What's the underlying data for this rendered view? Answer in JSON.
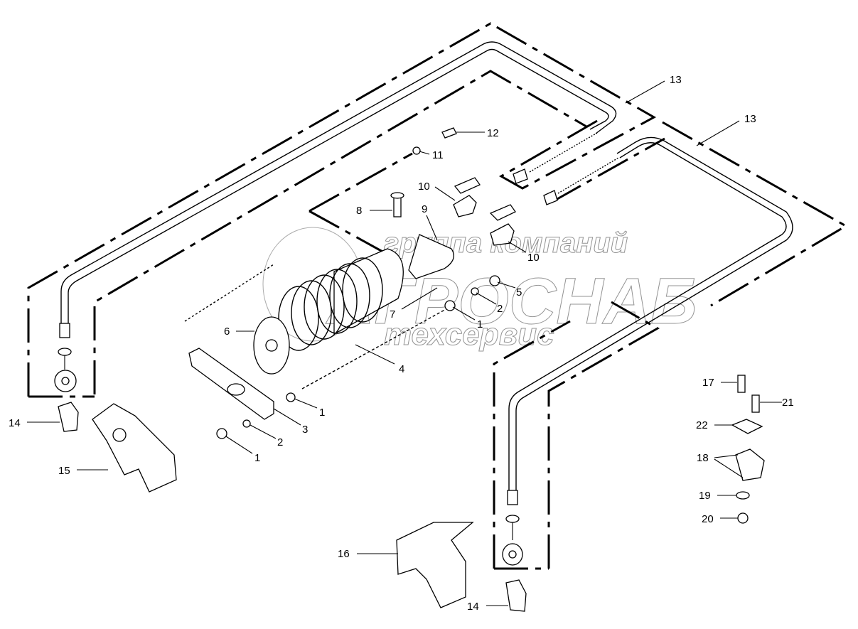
{
  "watermark": {
    "line1": "группа компаний",
    "line2": "АГРОСНАБ",
    "line3": "техсервис"
  },
  "callouts": {
    "c13a": "13",
    "c13b": "13",
    "c12": "12",
    "c11": "11",
    "c10a": "10",
    "c8": "8",
    "c9": "9",
    "c10b": "10",
    "c5": "5",
    "c2a": "2",
    "c7": "7",
    "c1a": "1",
    "c6": "6",
    "c4": "4",
    "c1b": "1",
    "c3": "3",
    "c2b": "2",
    "c1c": "1",
    "c14a": "14",
    "c15": "15",
    "c16": "16",
    "c14b": "14",
    "c17": "17",
    "c21": "21",
    "c22": "22",
    "c18": "18",
    "c19": "19",
    "c20": "20"
  }
}
